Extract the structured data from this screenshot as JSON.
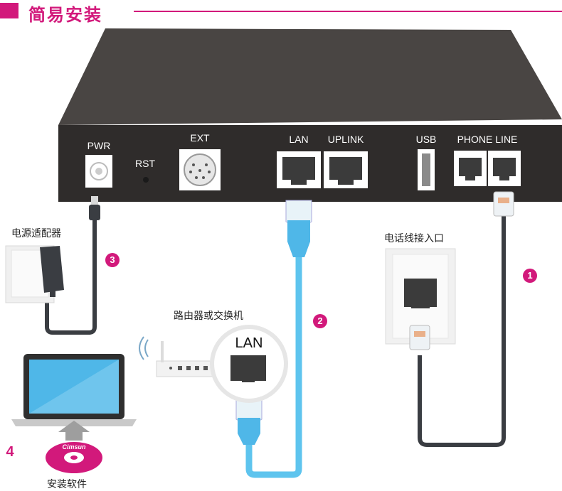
{
  "header": {
    "title": "简易安装"
  },
  "device": {
    "ports": {
      "pwr": "PWR",
      "rst": "RST",
      "ext": "EXT",
      "lan": "LAN",
      "uplink": "UPLINK",
      "usb": "USB",
      "phone_line": "PHONE LINE"
    }
  },
  "callouts": {
    "power_adapter": "电源适配器",
    "phone_line_entry": "电话线接入口",
    "router_or_switch": "路由器或交换机",
    "router_lan": "LAN",
    "install_software": "安装软件"
  },
  "steps": [
    "1",
    "2",
    "3",
    "4"
  ],
  "software": {
    "brand": "Cimsun"
  },
  "colors": {
    "accent": "#d2197b",
    "device": "#3d3a38",
    "cable_blue": "#5ec4ee",
    "cable_dark": "#3a3d42"
  }
}
